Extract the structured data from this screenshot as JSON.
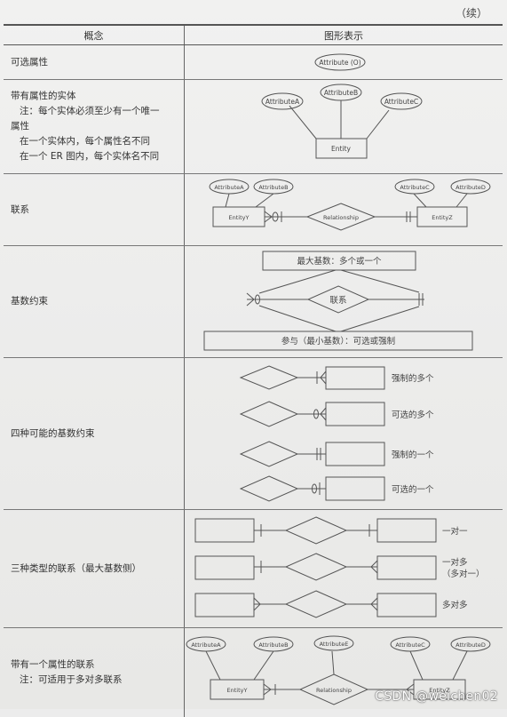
{
  "continued": "（续）",
  "header": {
    "concept": "概念",
    "graphic": "图形表示"
  },
  "rows": {
    "optional": {
      "concept": "可选属性",
      "attr": "Attribute (O)"
    },
    "entity_attr": {
      "title": "带有属性的实体",
      "note1": "注：每个实体必须至少有一个唯一",
      "note1b": "属性",
      "note2": "在一个实体内，每个属性名不同",
      "note3": "在一个 ER 图内，每个实体名不同",
      "attrA": "AttributeA",
      "attrB": "AttributeB",
      "attrC": "AttributeC",
      "entity": "Entity"
    },
    "relationship": {
      "concept": "联系",
      "attrA": "AttributeA",
      "attrB": "AttributeB",
      "attrC": "AttributeC",
      "attrD": "AttributeD",
      "entityY": "EntityY",
      "rel": "Relationship",
      "entityZ": "EntityZ"
    },
    "cardinality": {
      "concept": "基数约束",
      "max": "最大基数：多个或一个",
      "rel": "联系",
      "min": "参与（最小基数）：可选或强制"
    },
    "four": {
      "concept": "四种可能的基数约束",
      "items": [
        "强制的多个",
        "可选的多个",
        "强制的一个",
        "可选的一个"
      ]
    },
    "three": {
      "concept": "三种类型的联系（最大基数侧）",
      "one_to_one": "一对一",
      "one_to_many": "一对多",
      "many_to_one": "（多对一）",
      "many_to_many": "多对多"
    },
    "rel_attr": {
      "title": "带有一个属性的联系",
      "note": "注：可适用于多对多联系",
      "attrA": "AttributeA",
      "attrB": "AttributeB",
      "attrE": "AttributeE",
      "attrC": "AttributeC",
      "attrD": "AttributeD",
      "entityY": "EntityY",
      "rel": "Relationship",
      "entityZ": "EntityZ"
    }
  },
  "watermark": "CSDN @weichen02"
}
